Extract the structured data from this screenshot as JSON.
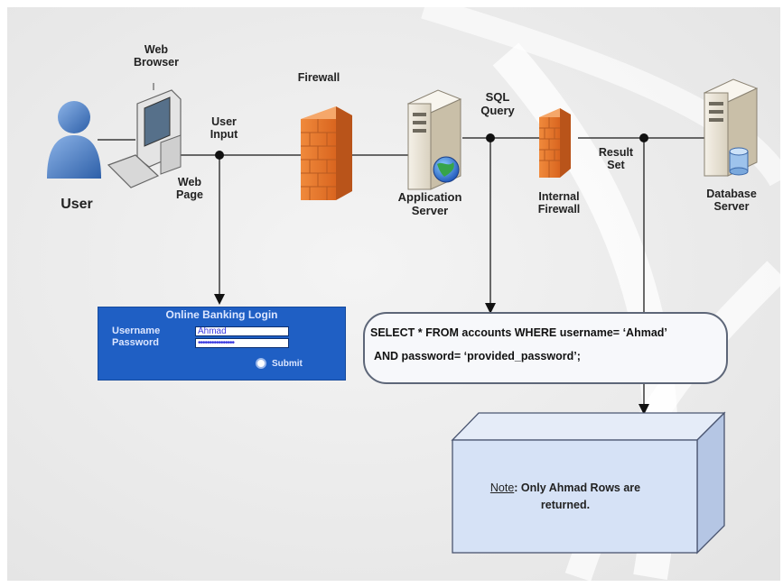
{
  "labels": {
    "web_browser": "Web\nBrowser",
    "user": "User",
    "web_page": "Web\nPage",
    "user_input": "User\nInput",
    "firewall": "Firewall",
    "sql_query": "SQL\nQuery",
    "application_server": "Application\nServer",
    "internal_firewall": "Internal\nFirewall",
    "result_set": "Result\nSet",
    "database_server": "Database\nServer"
  },
  "login": {
    "title": "Online Banking Login",
    "username_label": "Username",
    "password_label": "Password",
    "username_value": "Ahmad",
    "password_value": "••••••••••••••••",
    "submit": "Submit"
  },
  "query": {
    "line1": "SELECT * FROM accounts WHERE username= ‘Ahmad’",
    "line2": "AND password= ‘provided_password’;"
  },
  "note": {
    "key": "Note",
    "text": ": Only Ahmad Rows are returned."
  },
  "colors": {
    "firewall": "#e8752d",
    "login_bg": "#1f5fc4",
    "note_box": "#d6e2f6",
    "server": "#ece6d8"
  }
}
